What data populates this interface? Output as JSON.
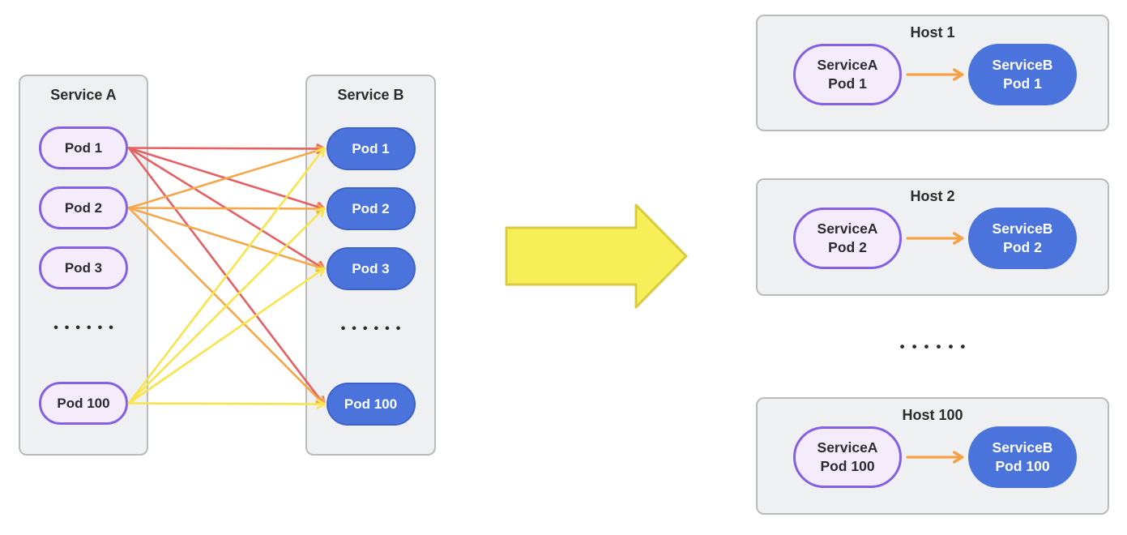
{
  "palette": {
    "background": "#ffffff",
    "panel_bg": "#eef0f1",
    "panel_border": "#b9bbbd",
    "pod_a_fill": "#f4ecfb",
    "pod_a_border": "#8560e2",
    "pod_b_fill": "#4b73dc",
    "pod_b_border": "#3e63c8",
    "text_dark": "#2b2b31",
    "text_light": "#ffffff",
    "edge_red": "#e55f63",
    "edge_orange": "#f5a84b",
    "edge_yellow": "#f8e44c",
    "big_arrow_fill": "#f7ef58",
    "big_arrow_border": "#d9cb3d",
    "host_arrow_orange": "#f5a246"
  },
  "left_diagram": {
    "service_a": {
      "title": "Service A",
      "pods": [
        "Pod 1",
        "Pod 2",
        "Pod 3",
        "Pod 100"
      ],
      "ellipsis": "••••••"
    },
    "service_b": {
      "title": "Service B",
      "pods": [
        "Pod 1",
        "Pod 2",
        "Pod 3",
        "Pod 100"
      ],
      "ellipsis": "••••••"
    }
  },
  "edges": [
    {
      "from": "a1",
      "to": "b1",
      "color": "#e55f63",
      "kind": "mesh"
    },
    {
      "from": "a1",
      "to": "b2",
      "color": "#e55f63",
      "kind": "mesh"
    },
    {
      "from": "a1",
      "to": "b3",
      "color": "#e55f63",
      "kind": "mesh"
    },
    {
      "from": "a1",
      "to": "b100",
      "color": "#e55f63",
      "kind": "mesh"
    },
    {
      "from": "a2",
      "to": "b1",
      "color": "#f5a84b",
      "kind": "mesh"
    },
    {
      "from": "a2",
      "to": "b2",
      "color": "#f5a84b",
      "kind": "mesh"
    },
    {
      "from": "a2",
      "to": "b3",
      "color": "#f5a84b",
      "kind": "mesh"
    },
    {
      "from": "a2",
      "to": "b100",
      "color": "#f5a84b",
      "kind": "mesh"
    },
    {
      "from": "a100",
      "to": "b1",
      "color": "#f8e44c",
      "kind": "mesh"
    },
    {
      "from": "a100",
      "to": "b2",
      "color": "#f8e44c",
      "kind": "mesh"
    },
    {
      "from": "a100",
      "to": "b3",
      "color": "#f8e44c",
      "kind": "mesh"
    },
    {
      "from": "a100",
      "to": "b100",
      "color": "#f8e44c",
      "kind": "mesh"
    },
    {
      "from": "h1a",
      "to": "h1b",
      "color": "#f5a246",
      "kind": "host"
    },
    {
      "from": "h2a",
      "to": "h2b",
      "color": "#f5a246",
      "kind": "host"
    },
    {
      "from": "h3a",
      "to": "h3b",
      "color": "#f5a246",
      "kind": "host"
    }
  ],
  "hosts": {
    "ellipsis": "••••••",
    "items": [
      {
        "title": "Host 1",
        "pod_a": [
          "ServiceA",
          "Pod 1"
        ],
        "pod_b": [
          "ServiceB",
          "Pod 1"
        ]
      },
      {
        "title": "Host 2",
        "pod_a": [
          "ServiceA",
          "Pod 2"
        ],
        "pod_b": [
          "ServiceB",
          "Pod 2"
        ]
      },
      {
        "title": "Host 100",
        "pod_a": [
          "ServiceA",
          "Pod 100"
        ],
        "pod_b": [
          "ServiceB",
          "Pod 100"
        ]
      }
    ]
  }
}
